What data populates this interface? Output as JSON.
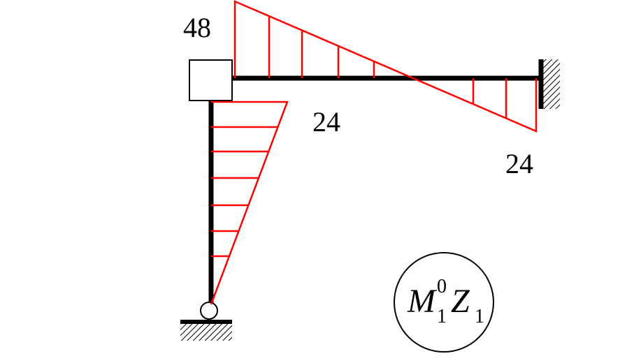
{
  "labels": {
    "node_moment": "48",
    "beam_mid_moment": "24",
    "fixed_end_moment": "24"
  },
  "formula": {
    "m_letter": "M",
    "m_subscript": "1",
    "m_superscript": "0",
    "z_letter": "Z",
    "z_subscript": "1"
  },
  "colors": {
    "structure": "#000000",
    "moment_diagram": "#ff0000"
  }
}
